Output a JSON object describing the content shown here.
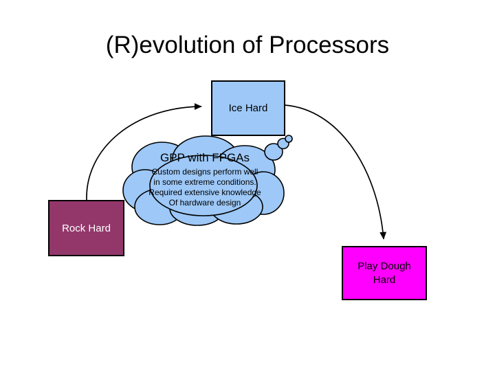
{
  "slide": {
    "title": "(R)evolution of Processors",
    "background_color": "#ffffff"
  },
  "nodes": {
    "ice_hard": {
      "label": "Ice Hard",
      "fill_color": "#9DC8F7",
      "text_color": "#000000",
      "border_color": "#000000",
      "shape": "rectangle"
    },
    "rock_hard": {
      "label": "Rock Hard",
      "fill_color": "#93376B",
      "text_color": "#ffffff",
      "border_color": "#000000",
      "shape": "rectangle"
    },
    "play_dough_hard": {
      "label": "Play Dough Hard",
      "fill_color": "#FF00FF",
      "text_color": "#000000",
      "border_color": "#000000",
      "shape": "rectangle"
    }
  },
  "cloud": {
    "heading": "GPP with FPGAs",
    "fill_color": "#9DC8F7",
    "border_color": "#000000",
    "lines": [
      "Custom designs perform well",
      "in some extreme conditions.",
      "Required extensive knowledge",
      "Of hardware design"
    ]
  },
  "connectors": [
    {
      "name": "rock-hard-to-ice-hard",
      "from": "rock_hard",
      "to": "ice_hard",
      "style": "curved-arrow",
      "color": "#000000"
    },
    {
      "name": "ice-hard-to-play-dough-hard",
      "from": "ice_hard",
      "to": "play_dough_hard",
      "style": "curved-arrow",
      "color": "#000000"
    }
  ]
}
